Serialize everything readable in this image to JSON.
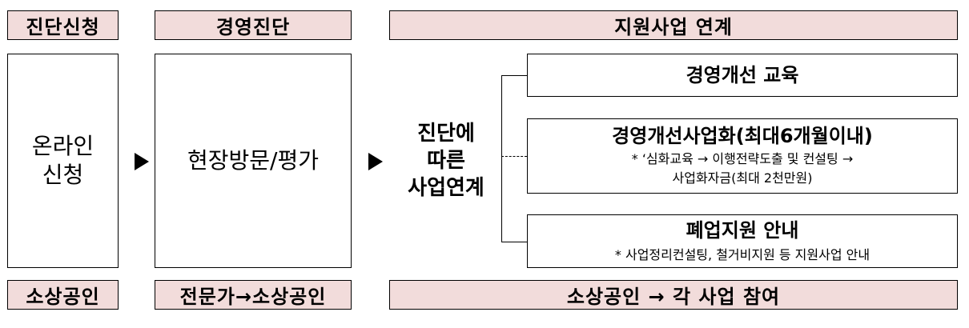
{
  "headers": {
    "col1_top": "진단신청",
    "col2_top": "경영진단",
    "col3_top": "지원사업 연계",
    "col1_bottom": "소상공인",
    "col2_bottom": "전문가→소상공인",
    "col3_bottom": "소상공인 → 각 사업 참여"
  },
  "steps": {
    "online_line1": "온라인",
    "online_line2": "신청",
    "visit": "현장방문/평가",
    "link_line1": "진단에",
    "link_line2": "따른",
    "link_line3": "사업연계"
  },
  "programs": [
    {
      "title": "경영개선 교육"
    },
    {
      "title": "경영개선사업화(최대6개월이내)",
      "detail_line1": "* ‘심화교육 → 이행전략도출 및 컨설팅 →",
      "detail_line2": "사업화자금(최대 2천만원)"
    },
    {
      "title": "폐업지원 안내",
      "detail_line1": "* 사업정리컨설팅, 철거비지원 등 지원사업 안내"
    }
  ]
}
